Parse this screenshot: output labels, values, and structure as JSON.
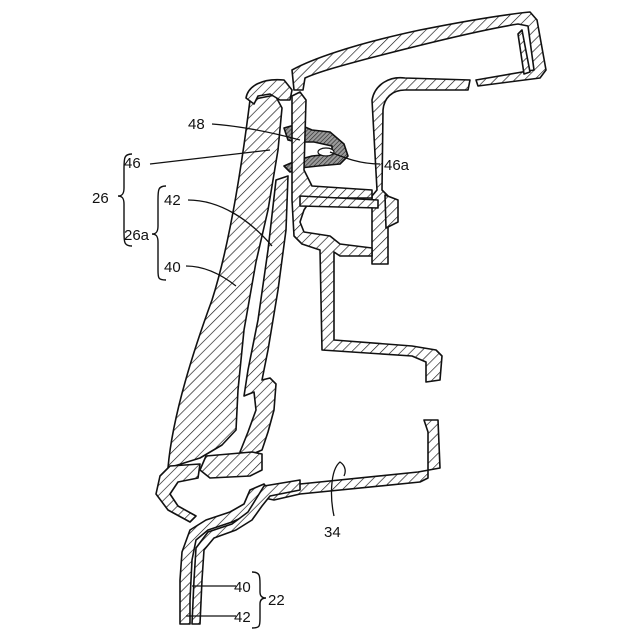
{
  "figure": {
    "labels": {
      "ref_48": "48",
      "ref_46": "46",
      "ref_46a": "46a",
      "ref_26": "26",
      "ref_26a": "26a",
      "ref_42_upper": "42",
      "ref_40_upper": "40",
      "ref_34": "34",
      "ref_40_lower": "40",
      "ref_42_lower": "42",
      "ref_22": "22"
    }
  }
}
